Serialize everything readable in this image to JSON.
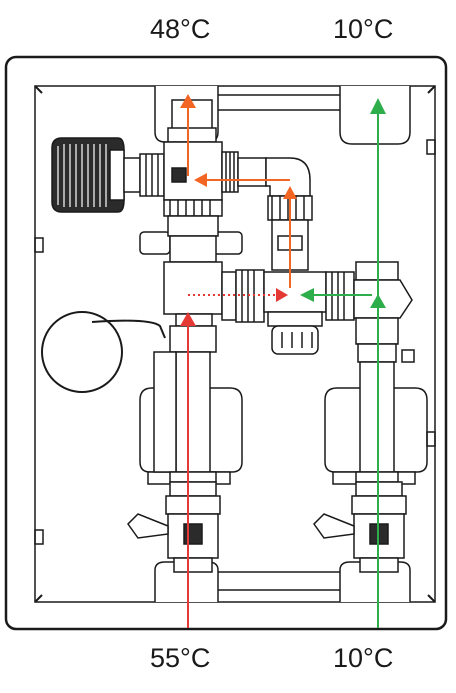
{
  "labels": {
    "top_left": "48°C",
    "top_right": "10°C",
    "bottom_left": "55°C",
    "bottom_right": "10°C"
  },
  "colors": {
    "hot_supply": "#e53935",
    "mixed": "#f26522",
    "cold": "#2eae4a",
    "outline": "#1a1a1a",
    "fill": "#ffffff"
  }
}
